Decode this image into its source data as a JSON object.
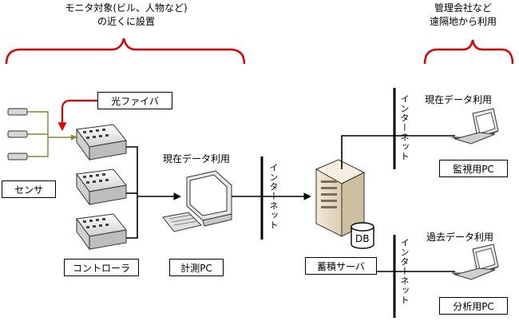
{
  "headers": {
    "monitor_site_line1": "モニタ対象(ビル、人物など)",
    "monitor_site_line2": "の近くに設置",
    "remote_site_line1": "管理会社など",
    "remote_site_line2": "遠隔地から利用"
  },
  "labels": {
    "optical_fiber": "光ファイバ",
    "sensor": "センサ",
    "controller": "コントローラ",
    "measurement_pc": "計測PC",
    "current_data_use_center": "現在データ利用",
    "current_data_use_right": "現在データ利用",
    "past_data_use": "過去データ利用",
    "monitoring_pc": "監視用PC",
    "analysis_pc": "分析用PC",
    "storage_server": "蓄積サーバ",
    "db": "DB",
    "internet_1": "インターネット",
    "internet_2": "インターネット",
    "internet_3": "インターネット"
  },
  "colors": {
    "bracket": "#e00000",
    "fiber": "#8a8a2a",
    "arrow_red": "#e00000",
    "device_fill": "#e8e8e8"
  }
}
